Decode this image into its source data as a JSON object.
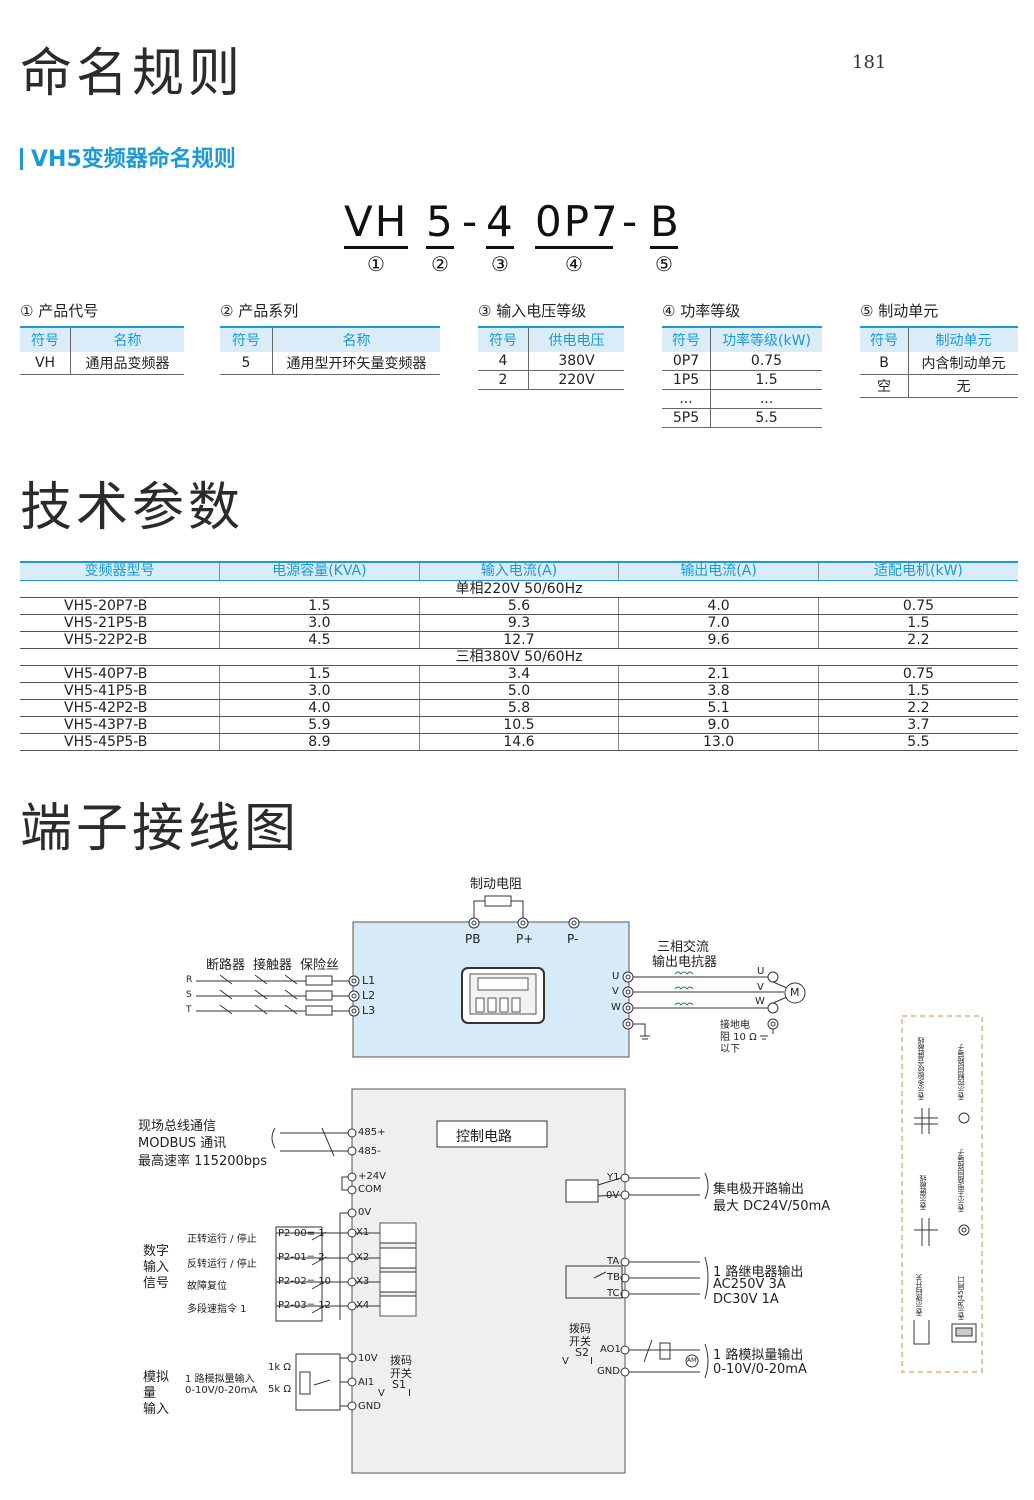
{
  "page_number": "181",
  "section1": {
    "title": "命名规则",
    "subtitle": "VH5变频器命名规则",
    "code": {
      "parts": [
        "VH",
        "5",
        "4",
        "0P7",
        "B"
      ],
      "numbers": [
        "①",
        "②",
        "③",
        "④",
        "⑤"
      ]
    },
    "groups": [
      {
        "title": "① 产品代号",
        "headers": [
          "符号",
          "名称"
        ],
        "rows": [
          [
            "VH",
            "通用品变频器"
          ]
        ]
      },
      {
        "title": "② 产品系列",
        "headers": [
          "符号",
          "名称"
        ],
        "rows": [
          [
            "5",
            "通用型开环矢量变频器"
          ]
        ]
      },
      {
        "title": "③ 输入电压等级",
        "headers": [
          "符号",
          "供电电压"
        ],
        "rows": [
          [
            "4",
            "380V"
          ],
          [
            "2",
            "220V"
          ]
        ]
      },
      {
        "title": "④ 功率等级",
        "headers": [
          "符号",
          "功率等级(kW)"
        ],
        "rows": [
          [
            "0P7",
            "0.75"
          ],
          [
            "1P5",
            "1.5"
          ],
          [
            "...",
            "..."
          ],
          [
            "5P5",
            "5.5"
          ]
        ]
      },
      {
        "title": "⑤ 制动单元",
        "headers": [
          "符号",
          "制动单元"
        ],
        "rows": [
          [
            "B",
            "内含制动单元"
          ],
          [
            "空",
            "无"
          ]
        ]
      }
    ]
  },
  "section2": {
    "title": "技术参数",
    "headers": [
      "变频器型号",
      "电源容量(KVA)",
      "输入电流(A)",
      "输出电流(A)",
      "适配电机(kW)"
    ],
    "group1": "单相220V  50/60Hz",
    "rows1": [
      [
        "VH5-20P7-B",
        "1.5",
        "5.6",
        "4.0",
        "0.75"
      ],
      [
        "VH5-21P5-B",
        "3.0",
        "9.3",
        "7.0",
        "1.5"
      ],
      [
        "VH5-22P2-B",
        "4.5",
        "12.7",
        "9.6",
        "2.2"
      ]
    ],
    "group2": "三相380V  50/60Hz",
    "rows2": [
      [
        "VH5-40P7-B",
        "1.5",
        "3.4",
        "2.1",
        "0.75"
      ],
      [
        "VH5-41P5-B",
        "3.0",
        "5.0",
        "3.8",
        "1.5"
      ],
      [
        "VH5-42P2-B",
        "4.0",
        "5.8",
        "5.1",
        "2.2"
      ],
      [
        "VH5-43P7-B",
        "5.9",
        "10.5",
        "9.0",
        "3.7"
      ],
      [
        "VH5-45P5-B",
        "8.9",
        "14.6",
        "13.0",
        "5.5"
      ]
    ]
  },
  "section3": {
    "title": "端子接线图",
    "main": {
      "brake_resistor": "制动电阻",
      "pb": "PB",
      "pplus": "P+",
      "pminus": "P-",
      "breaker": "断路器",
      "contactor": "接触器",
      "fuse": "保险丝",
      "r": "R",
      "s": "S",
      "t": "T",
      "l1": "L1",
      "l2": "L2",
      "l3": "L3",
      "reactor1": "三相交流",
      "reactor2": "输出电抗器",
      "u": "U",
      "v": "V",
      "w": "W",
      "motor": "M",
      "ground1": "接地电",
      "ground2": "阻 10 Ω",
      "ground3": "以下"
    },
    "control": {
      "title": "控制电路",
      "bus1": "现场总线通信",
      "bus2": "MODBUS 通讯",
      "bus3": "最高速率 115200bps",
      "t485p": "485+",
      "t485m": "485-",
      "t24v": "+24V",
      "tcom": "COM",
      "t0v": "0V",
      "x1": "X1",
      "x2": "X2",
      "x3": "X3",
      "x4": "X4",
      "di1": "数字",
      "di2": "输入",
      "di3": "信号",
      "f1": "正转运行 / 停止",
      "f2": "反转运行 / 停止",
      "f3": "故障复位",
      "f4": "多段速指令 1",
      "p1": "P2-00= 1",
      "p2": "P2-01= 2",
      "p3": "P2-02= 10",
      "p4": "P2-03= 12",
      "ai1": "模拟",
      "ai2": "量",
      "ai3": "输入",
      "aidesc1": "1 路模拟量输入",
      "aidesc2": "0-10V/0-20mA",
      "r1k": "1k Ω",
      "r5k": "5k Ω",
      "t10v": "10V",
      "tai1": "AI1",
      "tgnd": "GND",
      "dip1": "拨码",
      "dip2": "开关",
      "s1": "S1",
      "s1v": "V",
      "s1i": "I",
      "y1": "Y1",
      "y0v": "0V",
      "oc1": "集电极开路输出",
      "oc2": "最大 DC24V/50mA",
      "ta": "TA",
      "tb": "TB",
      "tc": "TC",
      "rl1": "1 路继电器输出",
      "rl2": "AC250V 3A",
      "rl3": "DC30V  1A",
      "dip3": "拨码",
      "dip4": "开关",
      "s2": "S2",
      "s2v": "V",
      "s2i": "I",
      "ao1": "AO1",
      "aognd": "GND",
      "am": "AM",
      "ao_1": "1 路模拟量输出",
      "ao_2": "0-10V/0-20mA"
    },
    "legend": {
      "l1": "表示多股绞合屏蔽线",
      "l2": "表示控制回路端子",
      "l3": "表示屏蔽线",
      "l4": "表示主电路回路端子",
      "l5": "表示拨码开关",
      "l6": "表示RJ45网口"
    }
  }
}
